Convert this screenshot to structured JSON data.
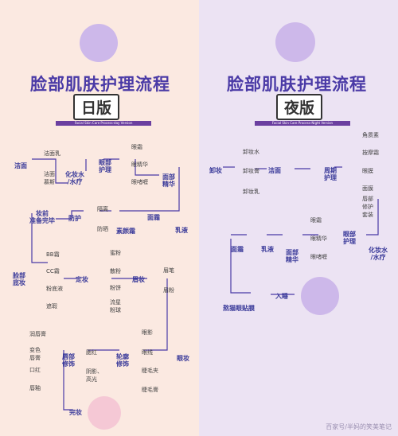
{
  "day": {
    "title": "脸部肌肤护理流程",
    "badge": "日版",
    "subtitle": "Facial Skin Care Process-day Version",
    "steps": {
      "clean": "洁面",
      "toner": "化妆水\n/水疗",
      "eye": "眼部\n护理",
      "serum": "面部\n精华",
      "lotion": "乳液",
      "cream": "面霜",
      "essence": "素颜霜",
      "protect": "防护",
      "primer": "妆前\n准备完毕",
      "base": "脸部\n底妆",
      "set": "定妆",
      "brow": "眉妆",
      "eyemakeup": "眼妆",
      "contour": "轮廓\n修饰",
      "lip": "唇部\n修饰",
      "done": "完妆"
    },
    "labels": {
      "cleanser_a": "洁面乳",
      "cleanser_b": "洁面\n慕斯",
      "eye_a": "眼霜",
      "eye_b": "眼精华",
      "eye_c": "眼啫喱",
      "iso": "隔离",
      "sun": "防晒",
      "bb": "BB霜",
      "cc": "CC霜",
      "foundation": "粉底液",
      "concealer": "遮瑕",
      "loose": "蜜粉",
      "powder": "散粉",
      "cake": "粉饼",
      "puff": "流星\n粉球",
      "browpen": "眉笔",
      "browpowder": "眉粉",
      "shadow": "眼影",
      "liner": "眼线",
      "curler": "睫毛夹",
      "mascara": "睫毛膏",
      "blush": "腮红",
      "shade": "阴影、\n高光",
      "balm": "润唇膏",
      "tint": "变色\n唇膏",
      "lipstick": "口红",
      "gloss": "唇釉"
    }
  },
  "night": {
    "title": "脸部肌肤护理流程",
    "badge": "夜版",
    "subtitle": "Facial Skin Care Process-Night Version",
    "steps": {
      "remove": "卸妆",
      "clean": "洁面",
      "care": "周期\n护理",
      "toner": "化妆水\n/水疗",
      "eye": "眼部\n护理",
      "serum": "面部\n精华",
      "lotion": "乳液",
      "cream": "面霜",
      "sleep": "熬猫眼贴膜",
      "bed": "入睡"
    },
    "labels": {
      "water": "卸妆水",
      "cream": "卸妆膏",
      "milk": "卸妆乳",
      "exfol": "角质素",
      "massage": "按摩霜",
      "mask": "眼膜",
      "facemask": "面膜",
      "kit": "唇部\n修护\n套装",
      "eye_a": "眼霜",
      "eye_b": "眼精华",
      "eye_c": "眼啫喱"
    }
  },
  "watermark": "百家号/半妈的笑美笔记"
}
